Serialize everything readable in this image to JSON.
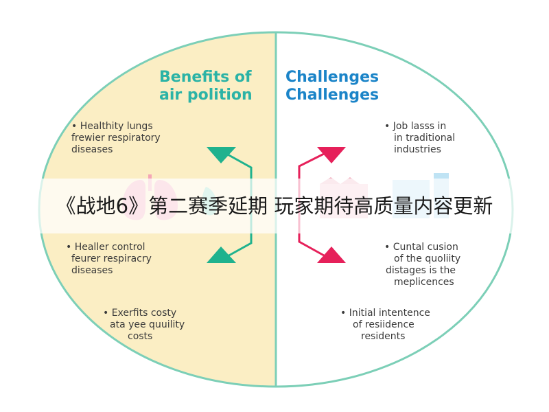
{
  "left_panel": {
    "heading": [
      "Benefits of",
      "air polition"
    ],
    "bullets": [
      {
        "lines": [
          "• Healthity lungs",
          "frewier respiratory",
          "diseases"
        ]
      },
      {
        "lines": [
          "• Healler control",
          "feurer respiracry",
          "diseases"
        ]
      },
      {
        "lines": [
          "• Exerfits costy",
          "ata yee quuility",
          "costs"
        ]
      }
    ]
  },
  "right_panel": {
    "heading": [
      "Challenges",
      "Challenges"
    ],
    "bullets": [
      {
        "lines": [
          "• Job lasss in",
          "in traditional",
          "industries"
        ]
      },
      {
        "lines": [
          "• Cuntal cusion",
          "of the quoliity",
          "distages is the",
          "meplicences"
        ]
      },
      {
        "lines": [
          "• Initial intentence",
          "of resiidence",
          "residents"
        ]
      }
    ]
  },
  "banner": {
    "text": "《战地6》第二赛季延期 玩家期待高质量内容更新"
  },
  "colors": {
    "left_fill": "#fbeec4",
    "right_fill": "#ffffff",
    "ring": "#7ccfb7",
    "teal": "#1fb28e",
    "pink": "#e6205a",
    "lung_pink": "#f4a6b6",
    "lung_teal": "#8fd9c3",
    "icon_blue": "#bfe3f4"
  },
  "icons": [
    "lungs-icon",
    "teal-arrow-icon",
    "pink-arrow-icon",
    "factory-icon"
  ]
}
